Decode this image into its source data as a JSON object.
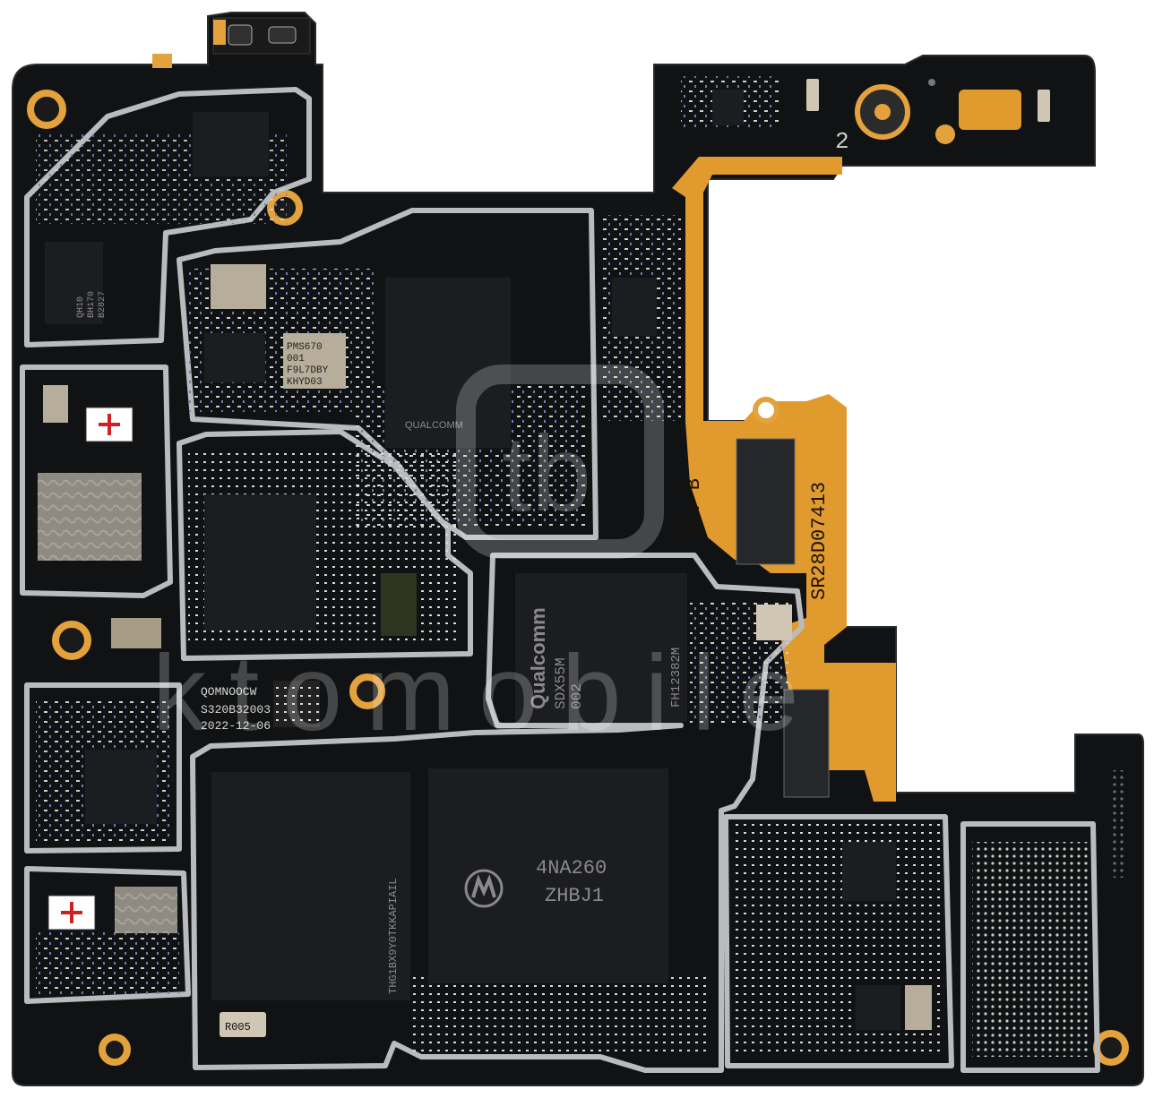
{
  "board": {
    "colors": {
      "pcb": "#111213",
      "shield": "#b9bcbf",
      "flex": "#e09a2e",
      "pad": "#e3a23c",
      "chip": "#1c1d20",
      "silkscreen": "#d8d8d8",
      "background": "#ffffff"
    },
    "silkscreen": {
      "rev": "REV B",
      "part_number": "SR28D07413",
      "date_code": "2022-12-06",
      "marking_1": "QOMNOOCW",
      "marking_2": "S320B32003",
      "connector_index": "2",
      "resistor": "R005"
    },
    "chips": {
      "modem": {
        "brand": "Qualcomm",
        "model": "SDX55M",
        "line3": "002",
        "side": "FH12382M"
      },
      "pmic": {
        "l1": "PMS670",
        "l2": "001",
        "l3": "F9L7DBY",
        "l4": "KHYD03"
      },
      "soc_brand": "QUALCOMM",
      "ram": {
        "l1": "4NA260",
        "l2": "ZHBJ1"
      },
      "storage": "THG1BX9Y0TKKAPIAIL",
      "small_pmic": {
        "l1": "QH10",
        "l2": "BH170",
        "l3": "B2827"
      }
    },
    "watermark": {
      "logo": "tb",
      "text": "ktomobile"
    },
    "icons": [
      "mounting-hole-icon",
      "microchip-logo-icon",
      "qualcomm-logo-icon",
      "data-matrix-icon"
    ]
  }
}
